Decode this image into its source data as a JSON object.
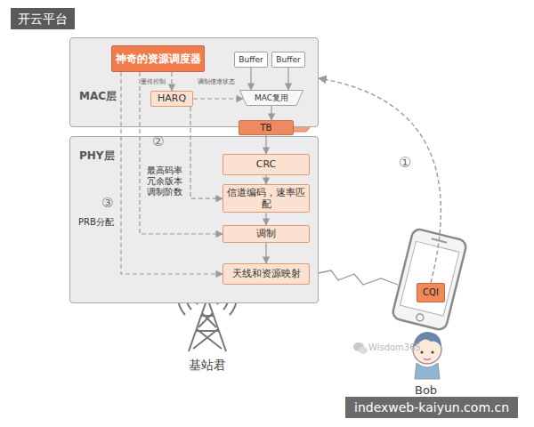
{
  "diagram": {
    "nodes": [
      {
        "text": [
          "MAC层"
        ]
      },
      {
        "text": [
          "神奇的资源调度器"
        ],
        "in": 0
      },
      {
        "text": [
          "Buffer"
        ],
        "in": 0
      },
      {
        "text": [
          "Buffer"
        ],
        "in": 0
      },
      {
        "text": [
          "HARQ"
        ],
        "in": 0
      },
      {
        "text": [
          "MAC复用"
        ],
        "in": 0
      },
      {
        "text": [
          "TB"
        ]
      },
      {
        "text": [
          "PHY层"
        ]
      },
      {
        "text": [
          "CRC"
        ],
        "in": 7
      },
      {
        "text": [
          "信道编码，速率匹配"
        ],
        "in": 7
      },
      {
        "text": [
          "调制"
        ],
        "in": 7
      },
      {
        "text": [
          "天线和资源映射"
        ],
        "in": 7
      },
      {
        "text": [
          "CQI"
        ]
      }
    ],
    "edges": [
      {
        "from": 2,
        "to": 5,
        "arrow": "to"
      },
      {
        "from": 3,
        "to": 5,
        "arrow": "to"
      },
      {
        "from": 4,
        "to": 5,
        "arrow": "to"
      },
      {
        "from": 5,
        "to": 6,
        "arrow": "to"
      },
      {
        "from": 6,
        "to": 8,
        "arrow": "to"
      },
      {
        "from": 8,
        "to": 9,
        "arrow": "to"
      },
      {
        "from": 9,
        "to": 10,
        "arrow": "to"
      },
      {
        "from": 10,
        "to": 11,
        "arrow": "to"
      },
      {
        "from": 1,
        "to": 4,
        "arrow": "to"
      },
      {
        "from": 4,
        "to": 9,
        "arrow": "to"
      },
      {
        "from": 1,
        "to": 10,
        "arrow": "to"
      },
      {
        "from": 1,
        "to": 11,
        "arrow": "to"
      },
      {
        "from": 12,
        "to": 0,
        "arrow": "to"
      }
    ],
    "labels": [
      "重传控制",
      "调制信道状态",
      "②",
      "最高码率",
      "冗余版本",
      "调制阶数",
      "③",
      "PRB分配",
      "①",
      "基站君",
      "Bob",
      "Wisdom365",
      "开云平台",
      "indexweb-kaiyun.com.cn"
    ]
  }
}
